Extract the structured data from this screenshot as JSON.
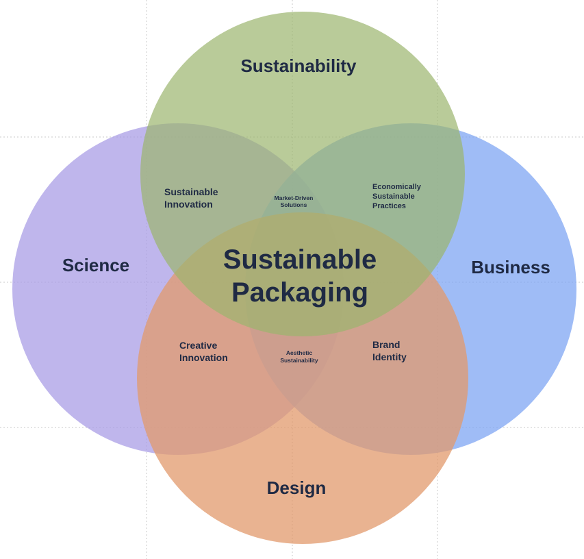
{
  "diagram": {
    "type": "venn",
    "colors": {
      "sustainability": "#9bb56e",
      "science": "#a99ee6",
      "business": "#7fa6f3",
      "design": "#e29a6c",
      "text": "#1f2a44",
      "grid": "#c8c8c8"
    },
    "sets": {
      "sustainability": "Sustainability",
      "science": "Science",
      "business": "Business",
      "design": "Design"
    },
    "center": {
      "line1": "Sustainable",
      "line2": "Packaging"
    },
    "intersections": {
      "sustainable_innovation": [
        "Sustainable",
        "Innovation"
      ],
      "market_driven": [
        "Market-Driven",
        "Solutions"
      ],
      "economic": [
        "Economically",
        "Sustainable",
        "Practices"
      ],
      "creative": [
        "Creative",
        "Innovation"
      ],
      "aesthetic": [
        "Aesthetic",
        "Sustainability"
      ],
      "brand": [
        "Brand",
        "Identity"
      ]
    }
  }
}
